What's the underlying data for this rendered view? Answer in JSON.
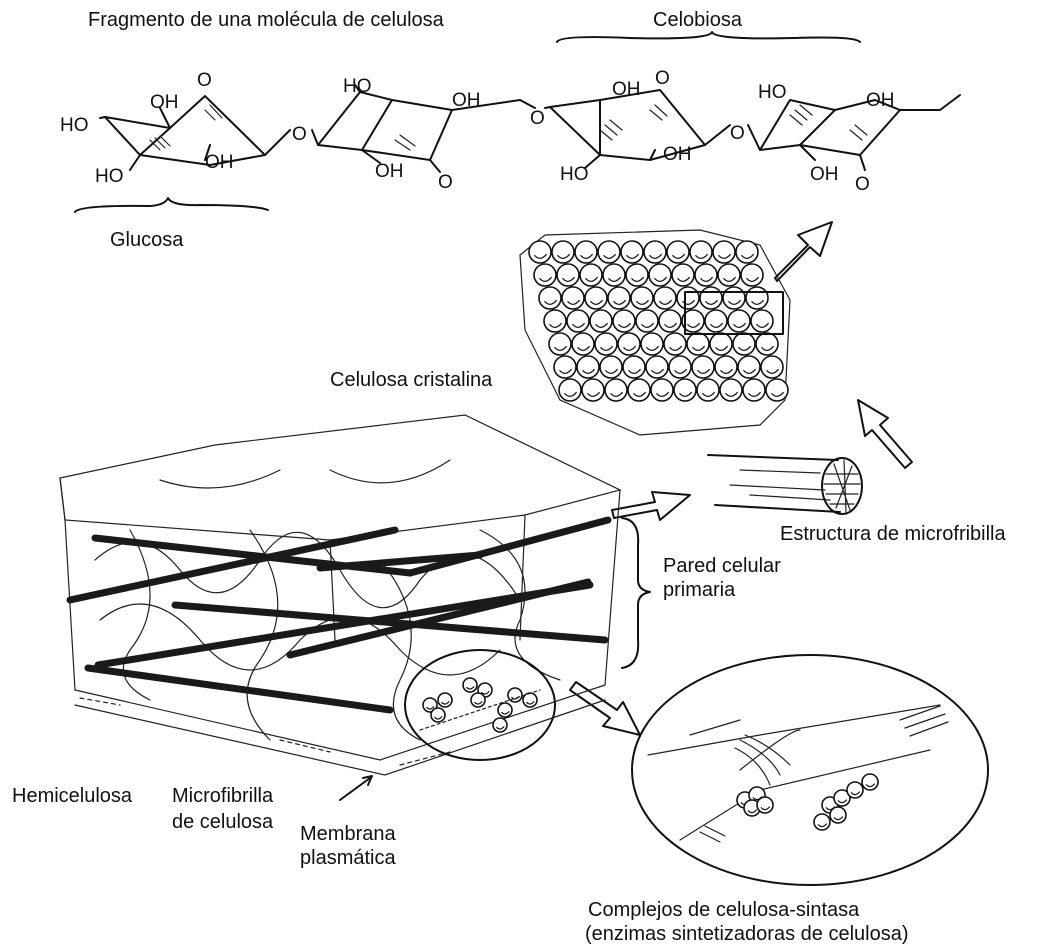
{
  "labels": {
    "fragment": "Fragmento de una molécula de celulosa",
    "cellobiose": "Celobiosa",
    "glucose": "Glucosa",
    "crystalline": "Celulosa cristalina",
    "microfibril_structure": "Estructura de microfribilla",
    "primary_wall_1": "Pared celular",
    "primary_wall_2": "primaria",
    "hemicellulose": "Hemicelulosa",
    "microfibril_1": "Microfibrilla",
    "microfibril_2": "de celulosa",
    "membrane_1": "Membrana",
    "membrane_2": "plasmática",
    "synthase_1": "Complejos de celulosa-sintasa",
    "synthase_2": "(enzimas sintetizadoras de celulosa)"
  },
  "chem": {
    "ho": "HO",
    "oh": "OH",
    "o": "O"
  }
}
